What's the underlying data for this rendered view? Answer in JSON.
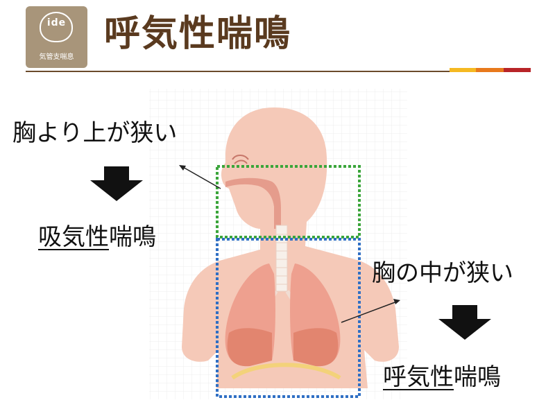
{
  "logo": {
    "mark": "ide",
    "caption": "気管支喘息"
  },
  "header": {
    "title": "呼気性喘鳴"
  },
  "upper": {
    "label": "胸より上が狭い",
    "result_underlined": "吸気性",
    "result_rest": "喘鳴"
  },
  "lower": {
    "label": "胸の中が狭い",
    "result_underlined": "呼気性",
    "result_rest": "喘鳴"
  },
  "colors": {
    "title": "#5a3a1f",
    "upper_box": "#3aa53a",
    "lower_box": "#2f6fc4",
    "bar_yellow": "#f5b922",
    "bar_orange": "#e8791c",
    "bar_red": "#b82428"
  }
}
